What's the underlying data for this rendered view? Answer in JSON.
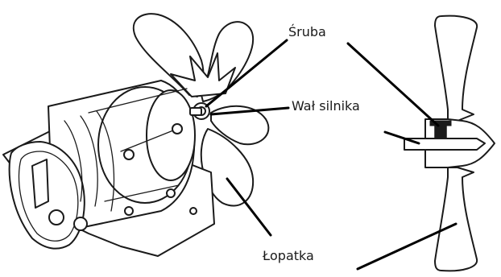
{
  "labels": {
    "screw": "Śruba",
    "motor_shaft": "Wał silnika",
    "blade": "Łopatka"
  },
  "colors": {
    "ink": "#1a1a1a",
    "background": "#ffffff"
  }
}
